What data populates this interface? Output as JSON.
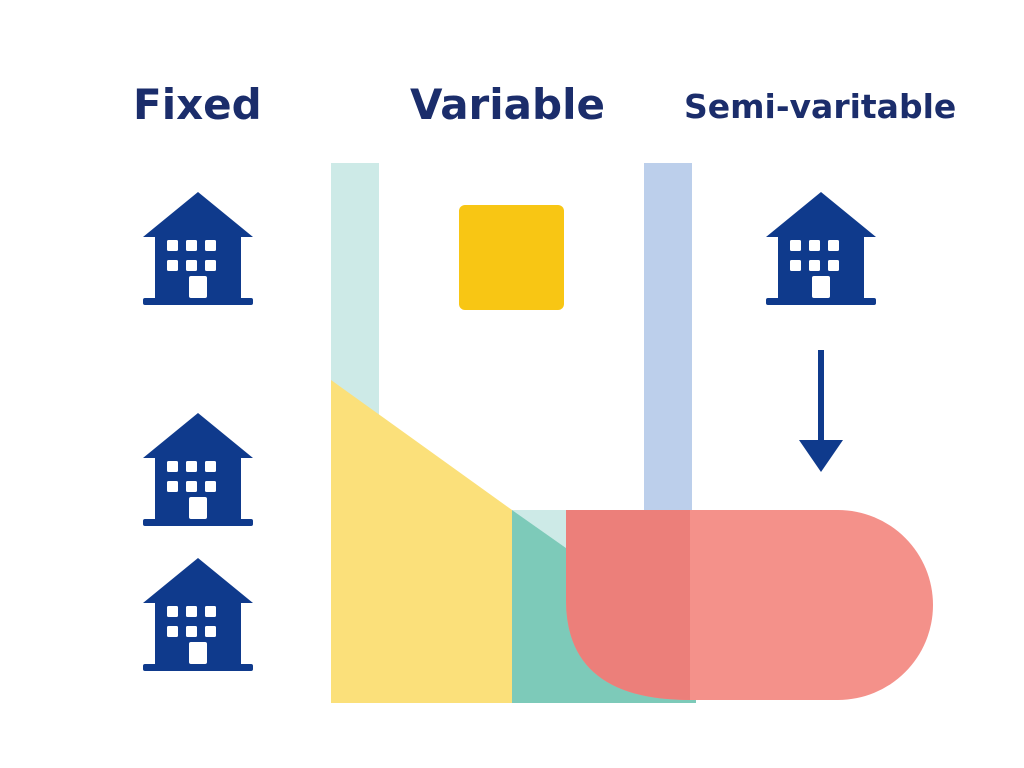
{
  "headings": {
    "fixed": "Fixed",
    "variable": "Variable",
    "semi_variable": "Semi-varitable"
  },
  "colors": {
    "navy": "#0f3a8c",
    "text": "#1b2d6b",
    "mint": "#cdeae7",
    "periwinkle": "#bccfeb",
    "yellow_square": "#f8c614",
    "yellow_area": "#fbe07a",
    "teal": "#7dcab9",
    "coral": "#f4918a",
    "coral_dark": "#ec7f7a"
  },
  "icons": {
    "fixed_column": [
      "building-icon",
      "building-icon",
      "building-icon"
    ],
    "semi_variable_column": [
      "building-icon",
      "arrow-down-icon"
    ]
  }
}
